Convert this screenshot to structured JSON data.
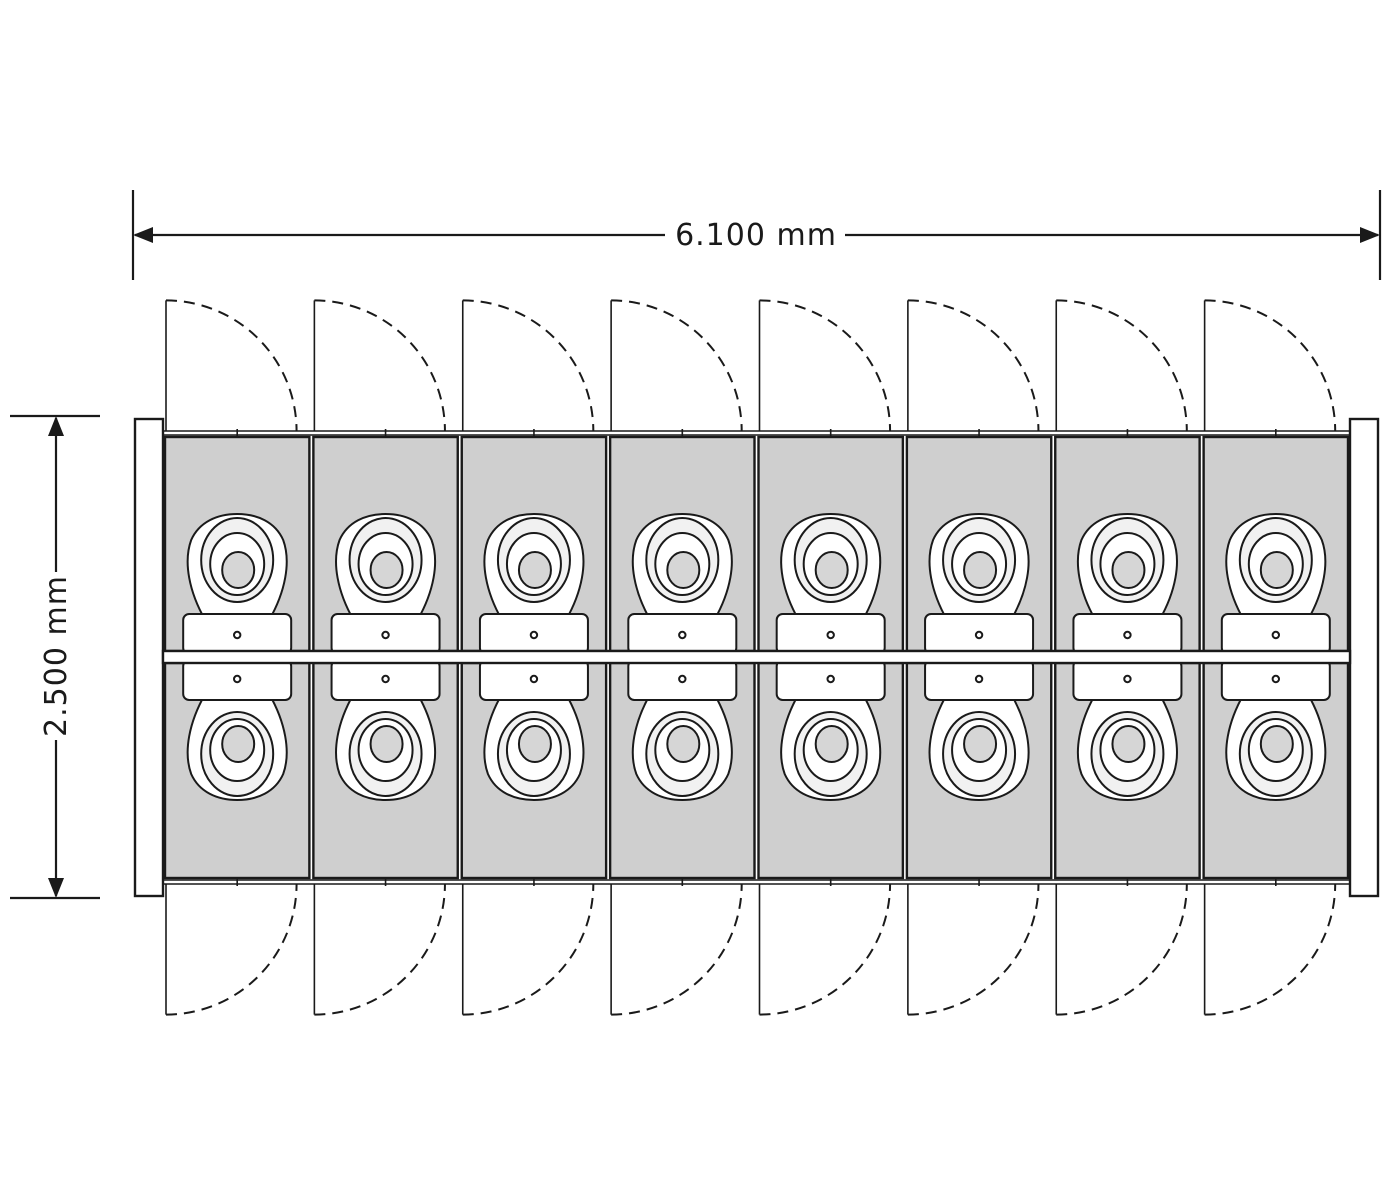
{
  "dimensions": {
    "width_label": "6.100 mm",
    "depth_label": "2.500 mm"
  },
  "layout": {
    "rows": 2,
    "cubicles_per_row": 8,
    "door_swing": "outward-dashed-arc",
    "cubicle_fill": "#cfcfcf",
    "line_color": "#1a1a1a"
  },
  "icons": {
    "toilet": "toilet-icon",
    "door": "door-swing-icon",
    "arrow": "dimension-arrow-icon"
  }
}
